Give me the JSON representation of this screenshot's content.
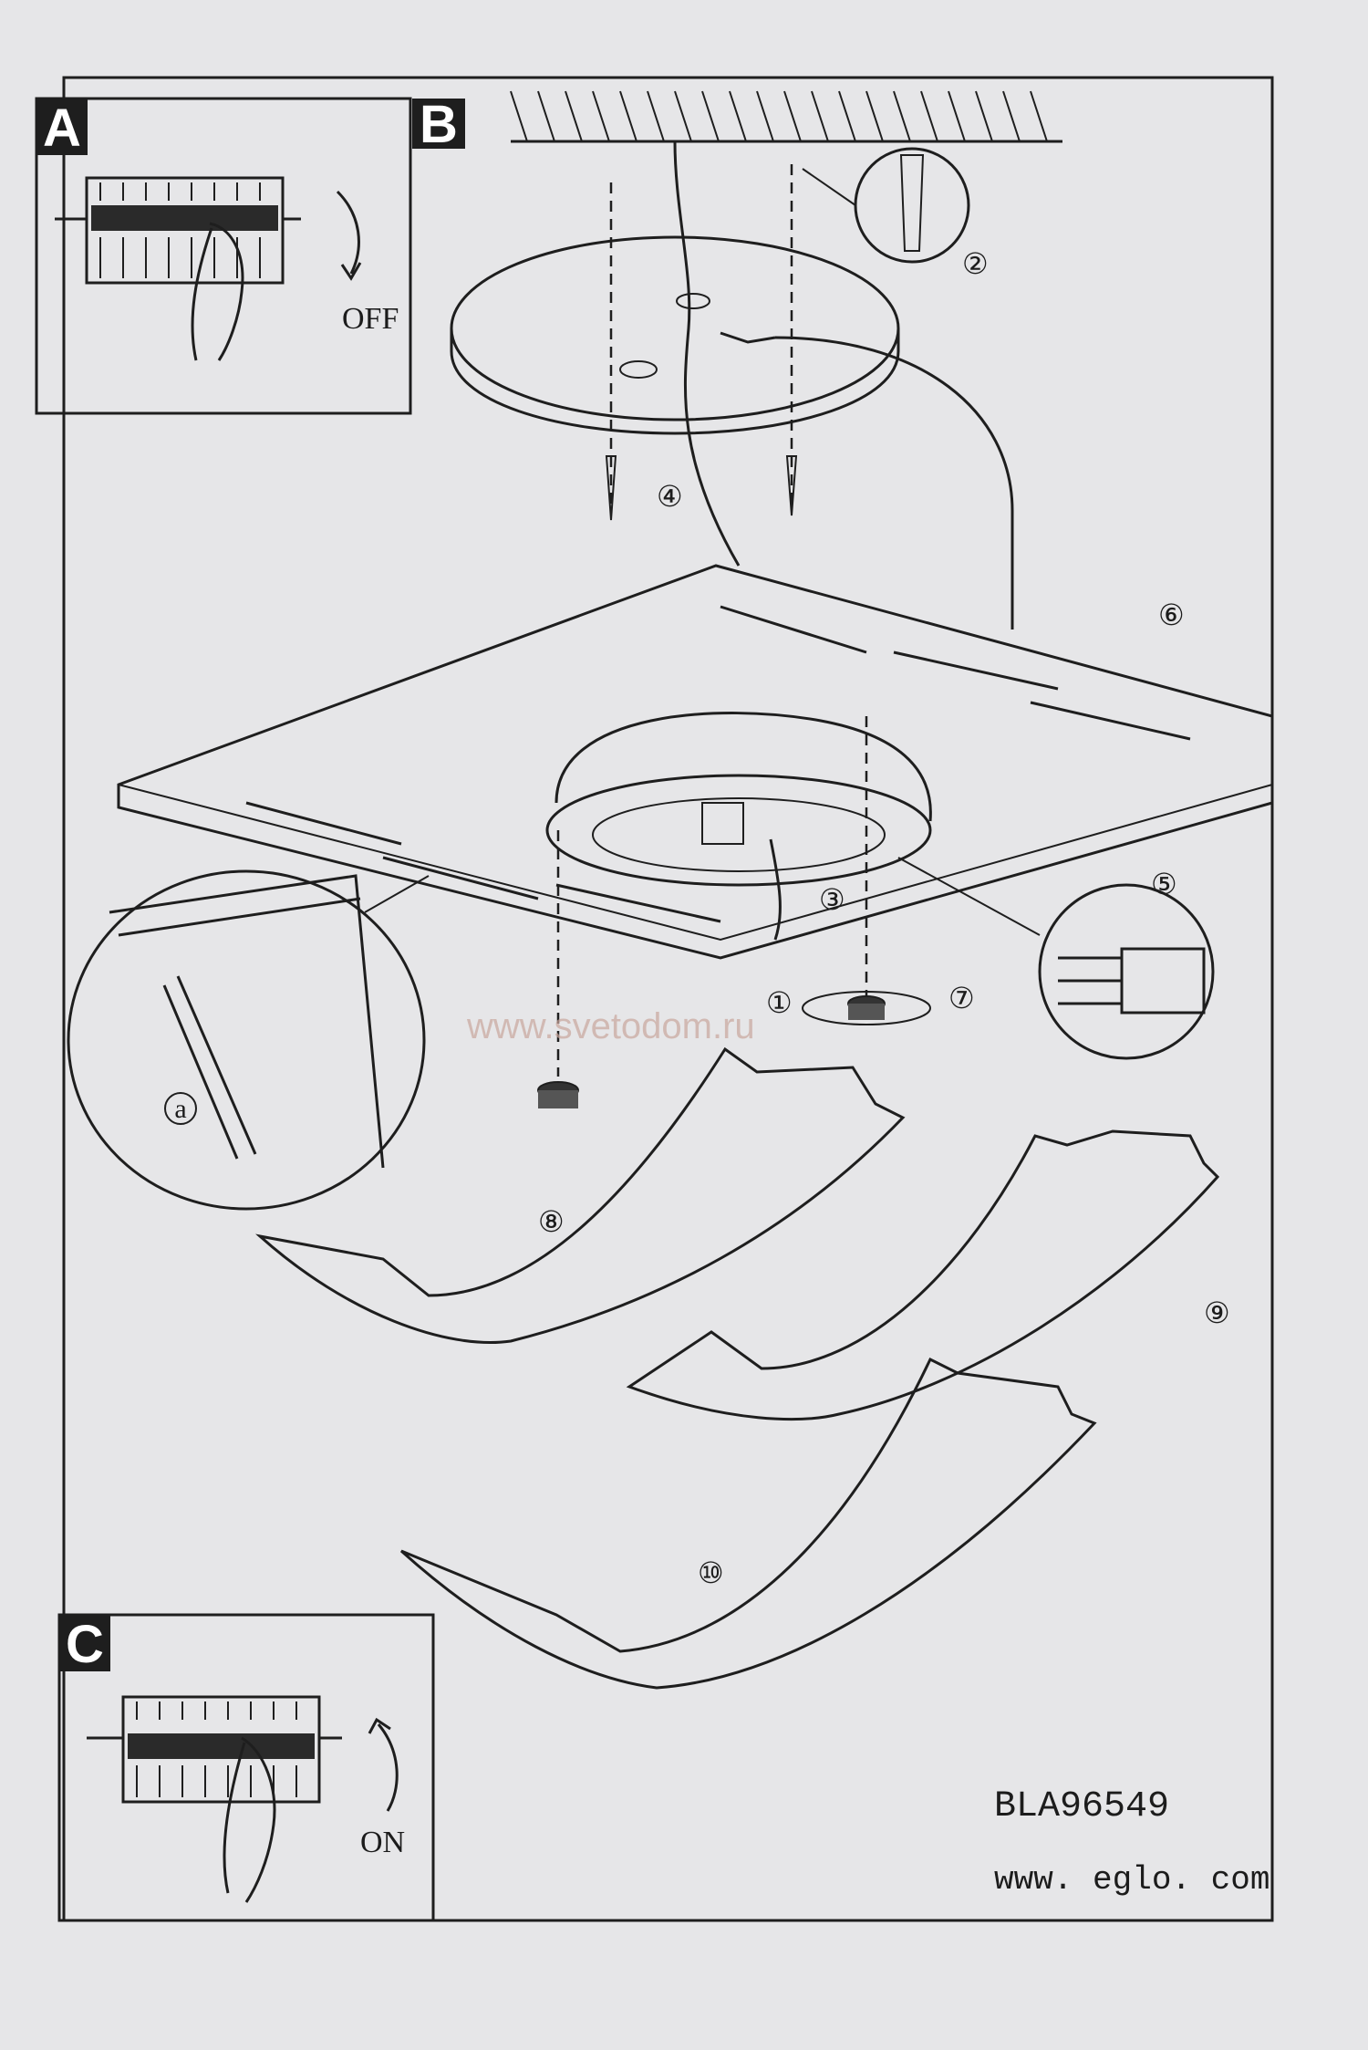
{
  "sections": {
    "a": {
      "letter": "A",
      "switch_label": "OFF"
    },
    "b": {
      "letter": "B"
    },
    "c": {
      "letter": "C",
      "switch_label": "ON"
    }
  },
  "steps": [
    "①",
    "②",
    "③",
    "④",
    "⑤",
    "⑥",
    "⑦",
    "⑧",
    "⑨",
    "⑩"
  ],
  "detail_label": "a",
  "watermark": "www.svetodom.ru",
  "footer": {
    "model": "BLA96549",
    "website": "www. eglo. com"
  }
}
